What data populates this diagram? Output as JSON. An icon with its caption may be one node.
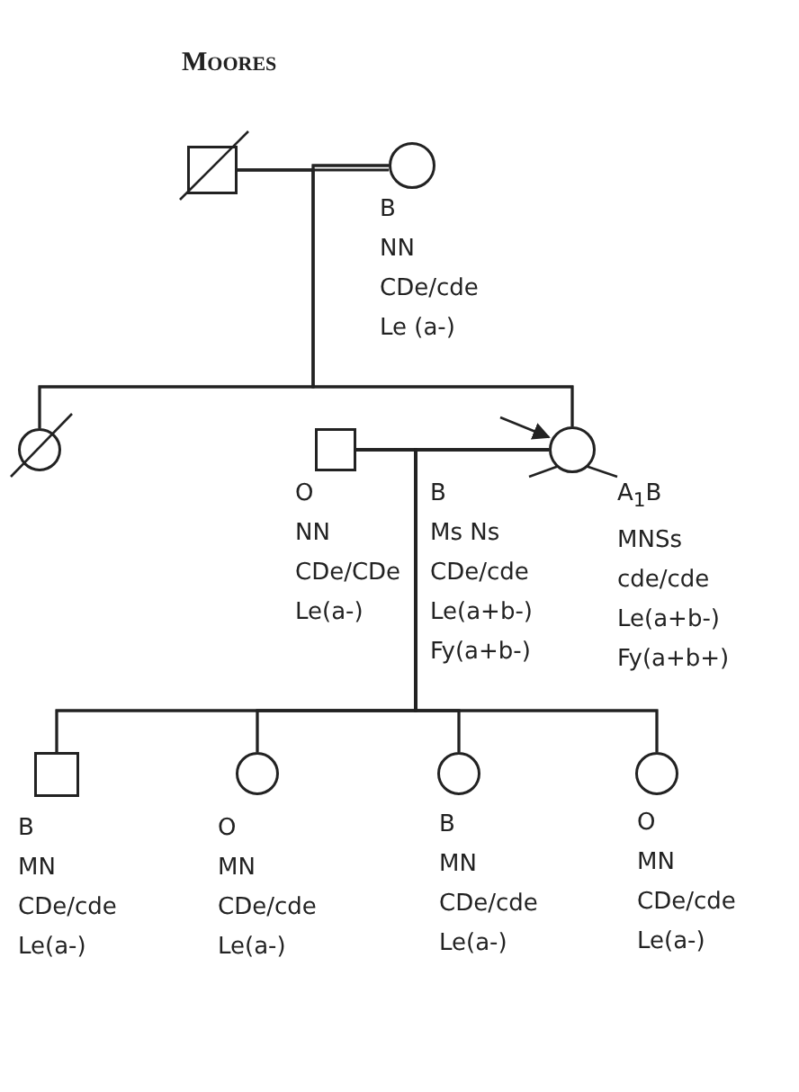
{
  "diagram": {
    "title": "Moores",
    "nodes": [
      {
        "text": [],
        "shape": "box"
      },
      {
        "text": [],
        "shape": "circle",
        "beside": [
          "B",
          "NN",
          "CDe/cde",
          "Le (a-)"
        ]
      },
      {
        "text": [],
        "shape": "circle"
      },
      {
        "text": [],
        "shape": "box",
        "beside": [
          "O",
          "NN",
          "CDe/CDe",
          "Le(a-)"
        ]
      },
      {
        "text": [],
        "shape": "circle",
        "beside": [
          "A$_{1}$B",
          "MNSs",
          "cde/cde",
          "Le(a+b-)",
          "Fy(a+b+)"
        ]
      },
      {
        "text": [],
        "shape": "box",
        "beside": [
          "B",
          "MN",
          "CDe/cde",
          "Le(a-)"
        ]
      },
      {
        "text": [],
        "shape": "circle",
        "beside": [
          "O",
          "MN",
          "CDe/cde",
          "Le(a-)"
        ]
      },
      {
        "text": [],
        "shape": "circle",
        "beside": [
          "B",
          "MN",
          "CDe/cde",
          "Le(a-)"
        ]
      },
      {
        "text": [],
        "shape": "circle",
        "beside": [
          "O",
          "MN",
          "CDe/cde",
          "Le(a-)"
        ]
      }
    ],
    "edges": [
      {
        "from": 0,
        "to": 1,
        "arrow": "none"
      },
      {
        "from": 0,
        "to": 2,
        "arrow": "none"
      },
      {
        "from": 0,
        "to": 4,
        "arrow": "none"
      },
      {
        "from": 1,
        "to": 2,
        "arrow": "none"
      },
      {
        "from": 1,
        "to": 4,
        "arrow": "none"
      },
      {
        "from": null,
        "to": 4,
        "arrow": "to"
      },
      {
        "from": 3,
        "to": 4,
        "arrow": "none"
      },
      {
        "from": 3,
        "to": 5,
        "arrow": "none"
      },
      {
        "from": 3,
        "to": 6,
        "arrow": "none"
      },
      {
        "from": 3,
        "to": 7,
        "arrow": "none"
      },
      {
        "from": 3,
        "to": 8,
        "arrow": "none"
      },
      {
        "from": 4,
        "to": 5,
        "arrow": "none"
      },
      {
        "from": 4,
        "to": 6,
        "arrow": "none"
      },
      {
        "from": 4,
        "to": 7,
        "arrow": "none"
      },
      {
        "from": 4,
        "to": 8,
        "arrow": "none"
      }
    ],
    "labels": [
      "B",
      "Ms Ns",
      "CDe/cde",
      "Le(a+b-)",
      "Fy(a+b-)"
    ]
  }
}
